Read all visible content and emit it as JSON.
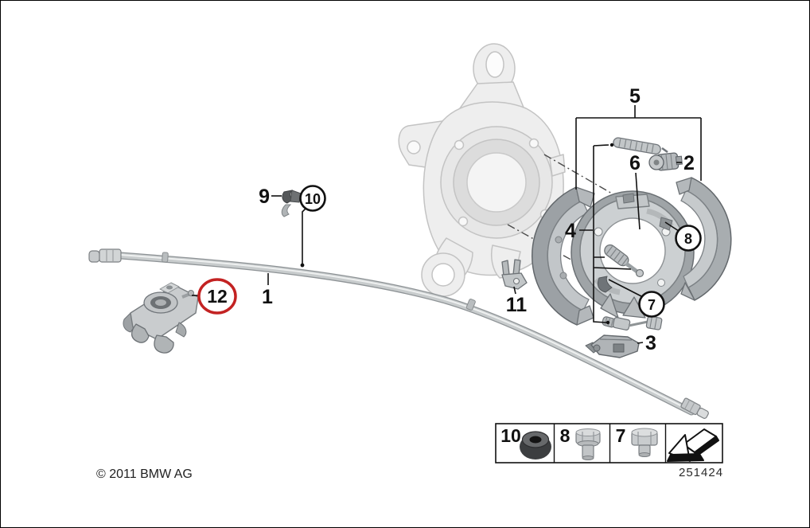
{
  "diagram": {
    "description": "Parking brake exploded parts diagram",
    "highlight": {
      "part": "12",
      "color": "#c32222"
    }
  },
  "callouts": {
    "c1": "1",
    "c2": "2",
    "c3": "3",
    "c4": "4",
    "c5": "5",
    "c6": "6",
    "c7": "7",
    "c8": "8",
    "c9": "9",
    "c10": "10",
    "c11": "11",
    "c12": "12"
  },
  "legend": {
    "items": [
      {
        "label": "10",
        "icon": "grommet-icon"
      },
      {
        "label": "8",
        "icon": "flanged-bolt-icon"
      },
      {
        "label": "7",
        "icon": "hex-bolt-icon"
      },
      {
        "label": "",
        "icon": "install-direction-arrow-icon"
      }
    ]
  },
  "footer": {
    "copyright": "© 2011 BMW AG",
    "diagram_number": "251424"
  }
}
